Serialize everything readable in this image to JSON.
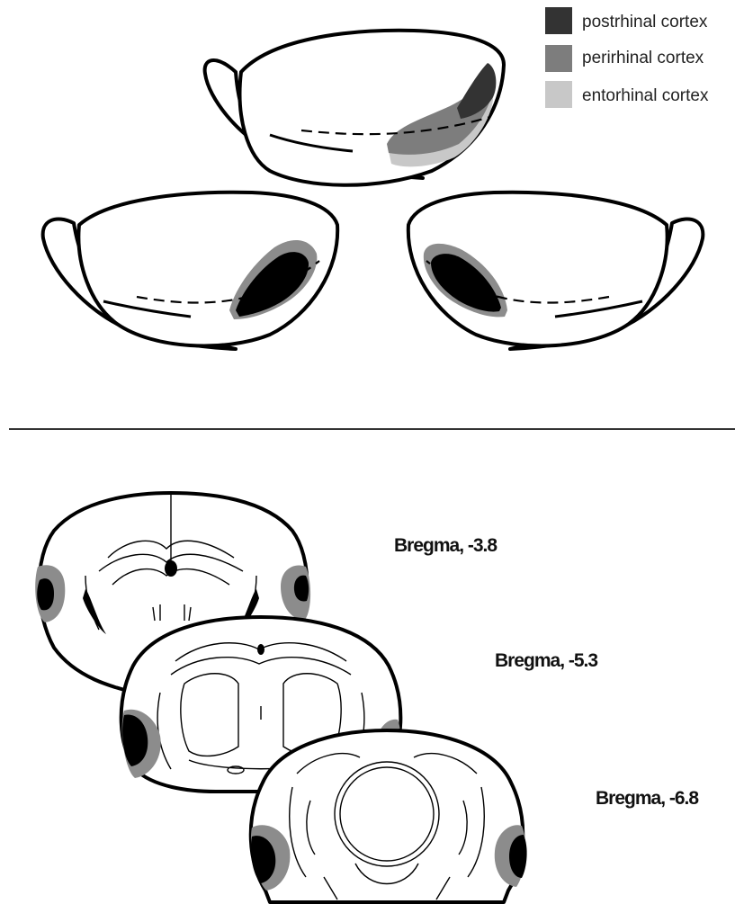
{
  "colors": {
    "postrhinal": "#333333",
    "perirhinal": "#7d7d7d",
    "entorhinal": "#c8c8c8",
    "lesion_core": "#000000",
    "lesion_rim": "#8c8c8c"
  },
  "legend": {
    "items": [
      {
        "label": "postrhinal cortex",
        "swatch": "postrhinal"
      },
      {
        "label": "perirhinal cortex",
        "swatch": "perirhinal"
      },
      {
        "label": "entorhinal cortex",
        "swatch": "entorhinal"
      }
    ]
  },
  "sections": [
    {
      "label": "Bregma, -3.8"
    },
    {
      "label": "Bregma, -5.3"
    },
    {
      "label": "Bregma, -6.8"
    }
  ]
}
